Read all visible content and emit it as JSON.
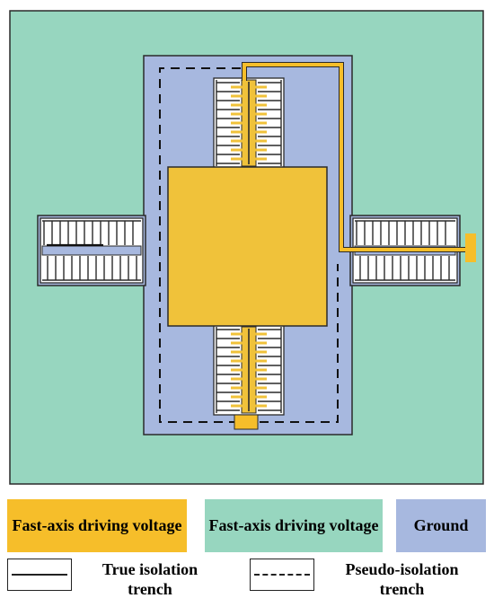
{
  "colors": {
    "fast_axis_1": "#F6BE2A",
    "fast_axis_2": "#97D6BF",
    "ground": "#A7B8DF",
    "outline": "#2a2a2a",
    "electrode_yellow": "#F0C23A"
  },
  "legend": {
    "fast_axis_1_label": "Fast-axis driving voltage",
    "fast_axis_2_label": "Fast-axis driving voltage",
    "ground_label": "Ground",
    "true_isolation_label_line1": "True isolation",
    "true_isolation_label_line2": "trench",
    "pseudo_isolation_label_line1": "Pseudo-isolation",
    "pseudo_isolation_label_line2": "trench"
  }
}
